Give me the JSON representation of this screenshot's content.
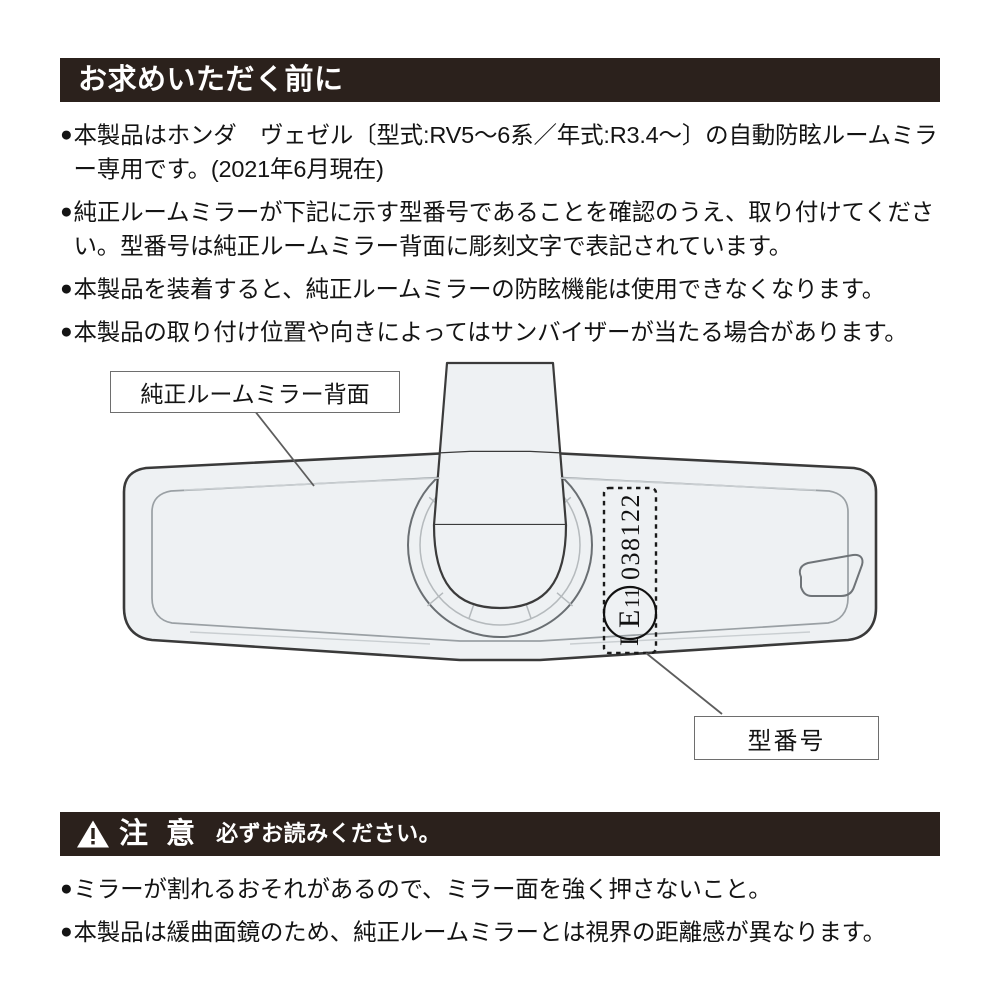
{
  "document": {
    "title": "お求めいただく前に",
    "language": "ja"
  },
  "section_before_purchase": {
    "heading": "お求めいただく前に",
    "bullet_marker": "●",
    "items": [
      "本製品はホンダ　ヴェゼル〔型式:RV5〜6系／年式:R3.4〜〕の自動防眩ルームミラー専用です。(2021年6月現在)",
      "純正ルームミラーが下記に示す型番号であることを確認のうえ、取り付けてください。型番号は純正ルームミラー背面に彫刻文字で表記されています。",
      "本製品を装着すると、純正ルームミラーの防眩機能は使用できなくなります。",
      "本製品の取り付け位置や向きによってはサンバイザーが当たる場合があります。"
    ]
  },
  "illustration": {
    "label_mirror_back": "純正ルームミラー背面",
    "label_model_no": "型番号",
    "emark": {
      "prefix": "I",
      "circle_text": "E11",
      "number": "038122",
      "full": "I E11 038122"
    }
  },
  "section_caution": {
    "heading": "注 意",
    "subheading": "必ずお読みください。",
    "warning_icon": "warning-triangle-icon",
    "bullet_marker": "●",
    "items": [
      "ミラーが割れるおそれがあるので、ミラー面を強く押さないこと。",
      "本製品は緩曲面鏡のため、純正ルームミラーとは視界の距離感が異なります。"
    ]
  },
  "colors": {
    "bar_background": "#2b211c",
    "bar_text": "#ffffff",
    "body_text": "#141414",
    "callout_border": "#6e6e6e",
    "mirror_fill": "#eef1f3",
    "mirror_outline": "#3a3a3a",
    "page_background": "#ffffff"
  }
}
